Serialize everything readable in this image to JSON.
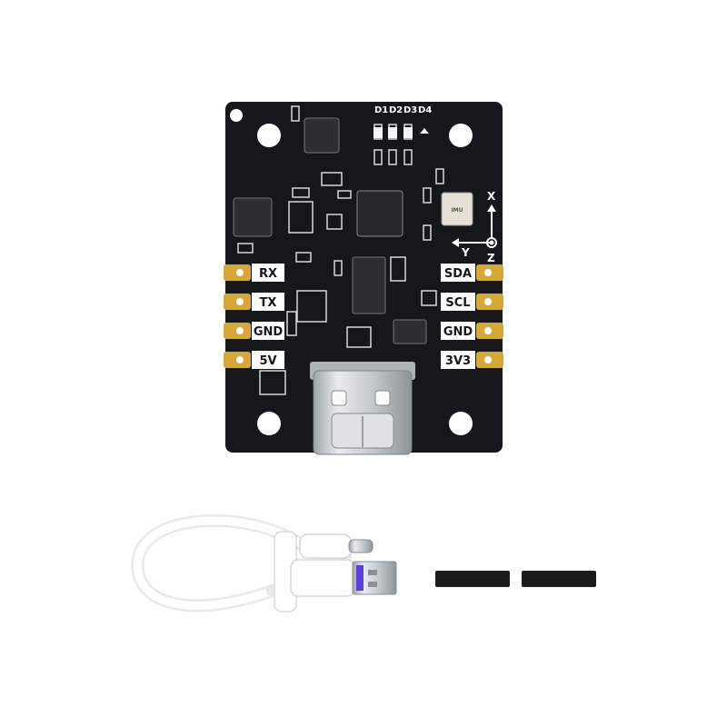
{
  "board": {
    "colors": {
      "pcb": "#15171a",
      "silk": "#ffffff",
      "gold": "#d4a93a",
      "usb_metal": "#cfd3d6"
    },
    "left_pins": [
      "RX",
      "TX",
      "GND",
      "5V"
    ],
    "right_pins": [
      "SDA",
      "SCL",
      "GND",
      "3V3"
    ],
    "leds": [
      "D1",
      "D2",
      "D3",
      "D4"
    ],
    "axes": {
      "x": "X",
      "y": "Y",
      "z": "Z"
    }
  },
  "accessories": {
    "cable": "usb-a-to-usb-c-cable",
    "headers": "pin-header-strip-4pin"
  }
}
